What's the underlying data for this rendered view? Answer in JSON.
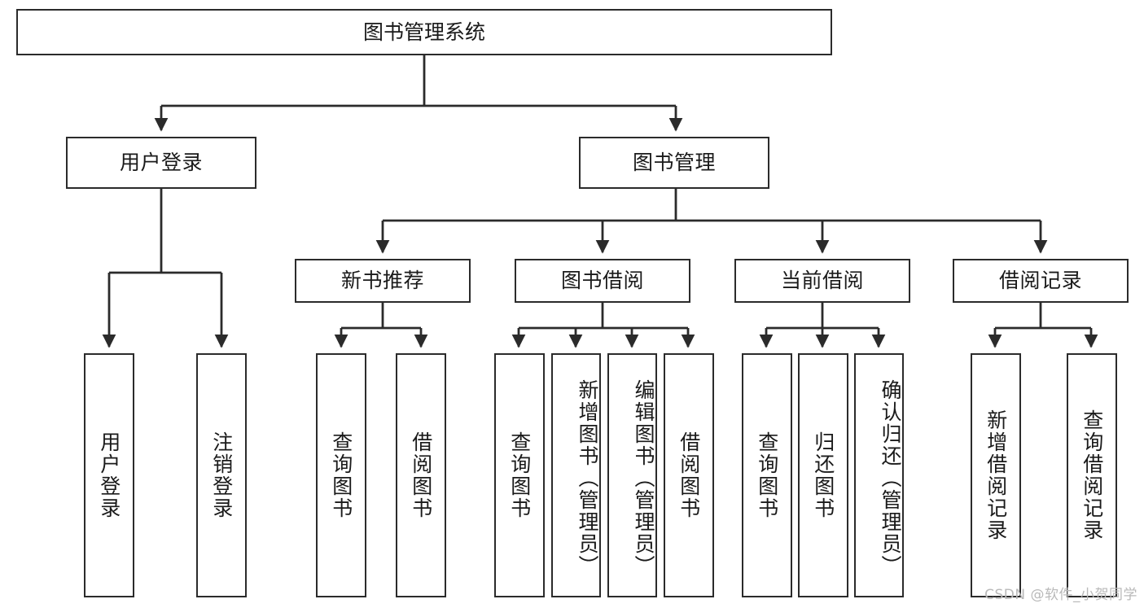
{
  "diagram": {
    "title": "图书管理系统",
    "watermark": "CSDN @软件_小贺同学",
    "line_color": "#2b2b2b",
    "box_border_color": "#2b2b2b",
    "box_fill_color": "#ffffff",
    "background_color": "#ffffff",
    "watermark_color": "#b9b9b9",
    "nodes": {
      "root": {
        "label": "图书管理系统"
      },
      "level2": [
        {
          "id": "user-login",
          "label": "用户登录"
        },
        {
          "id": "book-manage",
          "label": "图书管理"
        }
      ],
      "level3": [
        {
          "id": "new-book-recommend",
          "label": "新书推荐"
        },
        {
          "id": "book-borrow",
          "label": "图书借阅"
        },
        {
          "id": "current-borrow",
          "label": "当前借阅"
        },
        {
          "id": "borrow-record",
          "label": "借阅记录"
        }
      ],
      "leaves": {
        "user-login": [
          {
            "id": "leaf-user-login",
            "label": "用户登录"
          },
          {
            "id": "leaf-logout",
            "label": "注销登录"
          }
        ],
        "new-book-recommend": [
          {
            "id": "leaf-query-book-1",
            "label": "查询图书"
          },
          {
            "id": "leaf-borrow-book-1",
            "label": "借阅图书"
          }
        ],
        "book-borrow": [
          {
            "id": "leaf-query-book-2",
            "label": "查询图书"
          },
          {
            "id": "leaf-add-book",
            "label": "新增图书（管理员）"
          },
          {
            "id": "leaf-edit-book",
            "label": "编辑图书（管理员）"
          },
          {
            "id": "leaf-borrow-book-2",
            "label": "借阅图书"
          }
        ],
        "current-borrow": [
          {
            "id": "leaf-query-book-3",
            "label": "查询图书"
          },
          {
            "id": "leaf-return-book",
            "label": "归还图书"
          },
          {
            "id": "leaf-confirm-return",
            "label": "确认归还（管理员）"
          }
        ],
        "borrow-record": [
          {
            "id": "leaf-add-record",
            "label": "新增借阅记录"
          },
          {
            "id": "leaf-query-record",
            "label": "查询借阅记录"
          }
        ]
      }
    }
  }
}
